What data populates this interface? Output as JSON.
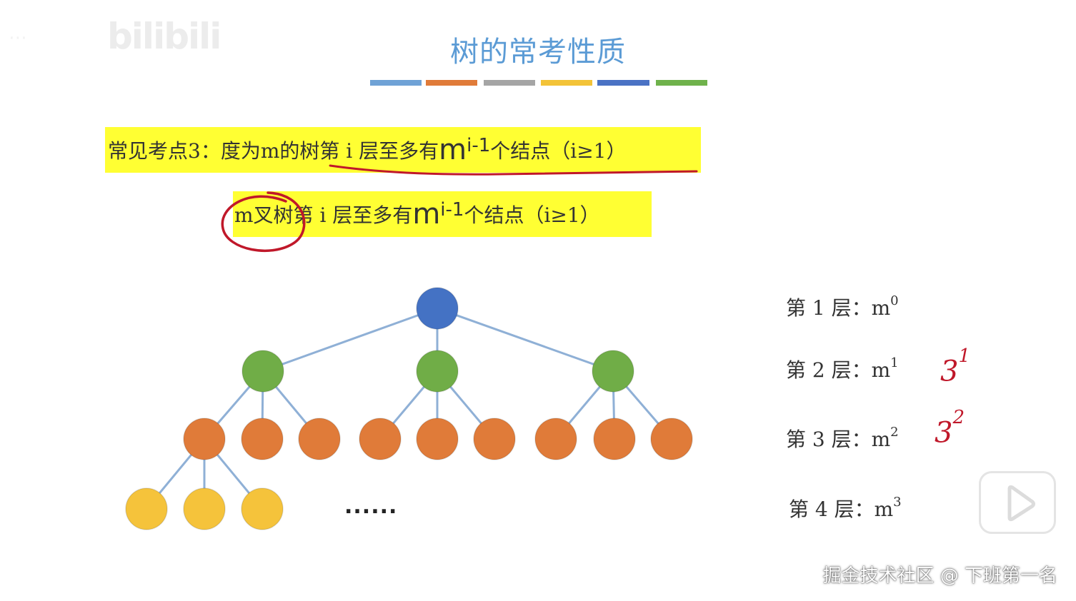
{
  "header": {
    "logo_text": "bilibili",
    "title": "树的常考性质",
    "color_bar": [
      "#6fa2d6",
      "#e07b39",
      "#a5a5a5",
      "#f3c338",
      "#4a72c4",
      "#6fb24b"
    ]
  },
  "property": {
    "line1_prefix": "常见考点3：度为m的树第 i 层至多有 ",
    "line1_base": "m",
    "line1_exp": "i-1",
    "line1_suffix": " 个结点（i≥1）",
    "line2_prefix": "m叉树第 i 层至多有 ",
    "line2_base": "m",
    "line2_exp": "i-1",
    "line2_suffix": " 个结点（i≥1）"
  },
  "tree": {
    "colors": {
      "root": "#4472c4",
      "level2": "#70ad47",
      "level3": "#e07b39",
      "level4": "#f5c33b",
      "edge": "#8fb0d6"
    },
    "ellipsis": "......"
  },
  "levels": [
    {
      "prefix": "第 1 层：m",
      "exp": "0"
    },
    {
      "prefix": "第 2 层：m",
      "exp": "1"
    },
    {
      "prefix": "第 3 层：m",
      "exp": "2"
    },
    {
      "prefix": "第 4 层：m",
      "exp": "3"
    }
  ],
  "annotations": [
    {
      "base": "3",
      "exp": "1"
    },
    {
      "base": "3",
      "exp": "2"
    }
  ],
  "watermark": "掘金技术社区 @ 下班第一名"
}
